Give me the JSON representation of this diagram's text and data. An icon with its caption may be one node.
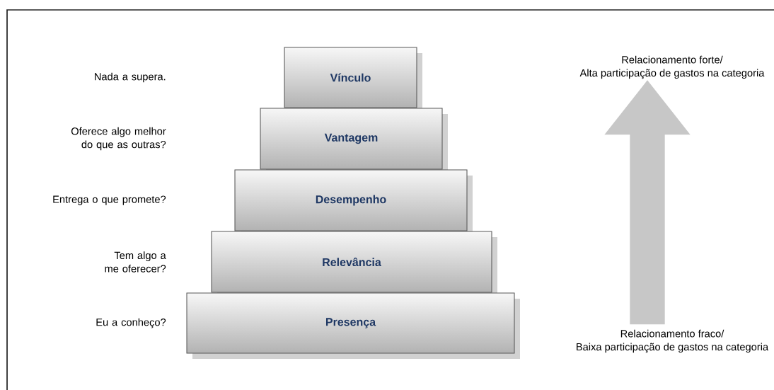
{
  "diagram": {
    "nodes": [
      {
        "text": [
          "Vínculo"
        ]
      },
      {
        "text": [
          "Vantagem"
        ]
      },
      {
        "text": [
          "Desempenho"
        ]
      },
      {
        "text": [
          "Relevância"
        ]
      },
      {
        "text": [
          "Presença"
        ]
      },
      {
        "text": [
          "Relacionamento forte/ Alta participação de gastos na categoria"
        ]
      },
      {
        "text": [
          "Relacionamento fraco/ Baixa participação de gastos na categoria"
        ]
      }
    ],
    "edges": [
      {
        "from": 6,
        "to": 5,
        "arrow": "to"
      }
    ],
    "labels": [
      "Nada a supera.",
      "Oferece algo melhor do que as outras?",
      "Entrega o que promete?",
      "Tem algo a me oferecer?",
      "Eu a conheço?"
    ]
  }
}
